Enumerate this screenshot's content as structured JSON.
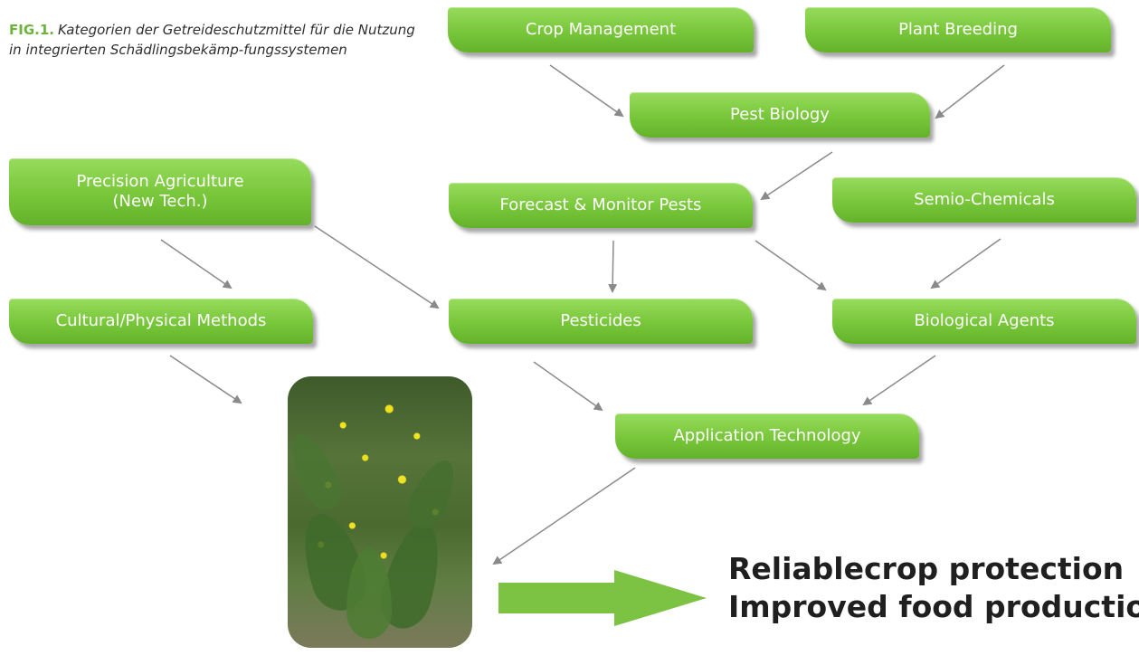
{
  "caption": {
    "fig_label": "FIG.1.",
    "text": "Kategorien der Getreideschutzmittel für die Nutzung in integrierten Schädlingsbekämp-fungssystemen"
  },
  "nodes": {
    "crop_management": "Crop Management",
    "plant_breeding": "Plant Breeding",
    "pest_biology": "Pest Biology",
    "precision_agriculture_line1": "Precision Agriculture",
    "precision_agriculture_line2": "(New Tech.)",
    "forecast_monitor": "Forecast & Monitor Pests",
    "semio_chemicals": "Semio-Chemicals",
    "cultural_physical": "Cultural/Physical Methods",
    "pesticides": "Pesticides",
    "biological_agents": "Biological Agents",
    "application_technology": "Application Technology"
  },
  "outcome": {
    "line1": "Reliablecrop protection",
    "line2": "Improved food production"
  },
  "colors": {
    "node_green": "#78c63a",
    "fig_label_green": "#6cb33e",
    "arrow_gray": "#8a8a8a",
    "big_arrow_green": "#7cc243"
  }
}
